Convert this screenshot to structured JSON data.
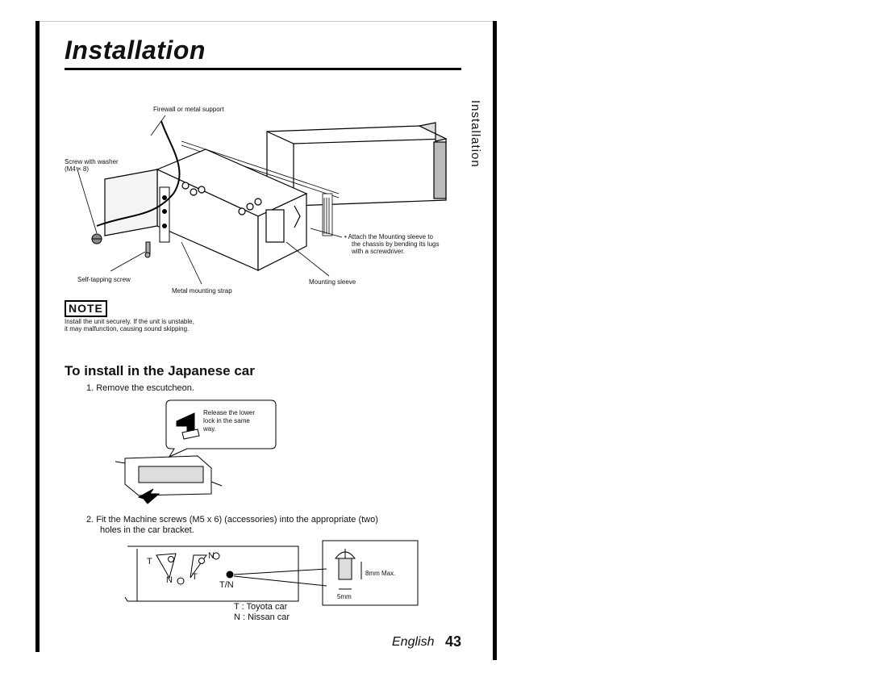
{
  "page": {
    "title": "Installation",
    "side_tab": "Installation",
    "footer_language": "English",
    "footer_page_number": "43"
  },
  "figure1": {
    "labels": {
      "firewall": "Firewall or metal support",
      "screw_washer": "Screw with washer",
      "screw_washer_size": "(M4 × 8)",
      "attach_note_line1": "• Attach the Mounting sleeve to",
      "attach_note_line2": "the chassis by bending its lugs",
      "attach_note_line3": "with a screwdriver.",
      "self_tapping": "Self-tapping screw",
      "mounting_sleeve": "Mounting sleeve",
      "metal_strap": "Metal mounting strap"
    }
  },
  "note": {
    "badge": "NOTE",
    "line1": "Install the unit securely.  If the unit is unstable,",
    "line2": "it may malfunction, causing sound skipping."
  },
  "japanese_section": {
    "heading": "To install in the Japanese car",
    "step1": "1.  Remove the escutcheon.",
    "callout_line1": "Release the lower",
    "callout_line2": "lock in the same",
    "callout_line3": "way.",
    "step2_line1": "2.  Fit the Machine screws (M5 x 6) (accessories) into the appropriate (two)",
    "step2_line2": "holes in the car bracket.",
    "bracket_labels": {
      "t_left": "T",
      "n_left": "N",
      "n_right": "N",
      "t_right": "T",
      "tn": "T/N",
      "max": "8mm Max.",
      "width": "5mm"
    },
    "legend_toyota": "T : Toyota car",
    "legend_nissan": "N : Nissan car"
  }
}
